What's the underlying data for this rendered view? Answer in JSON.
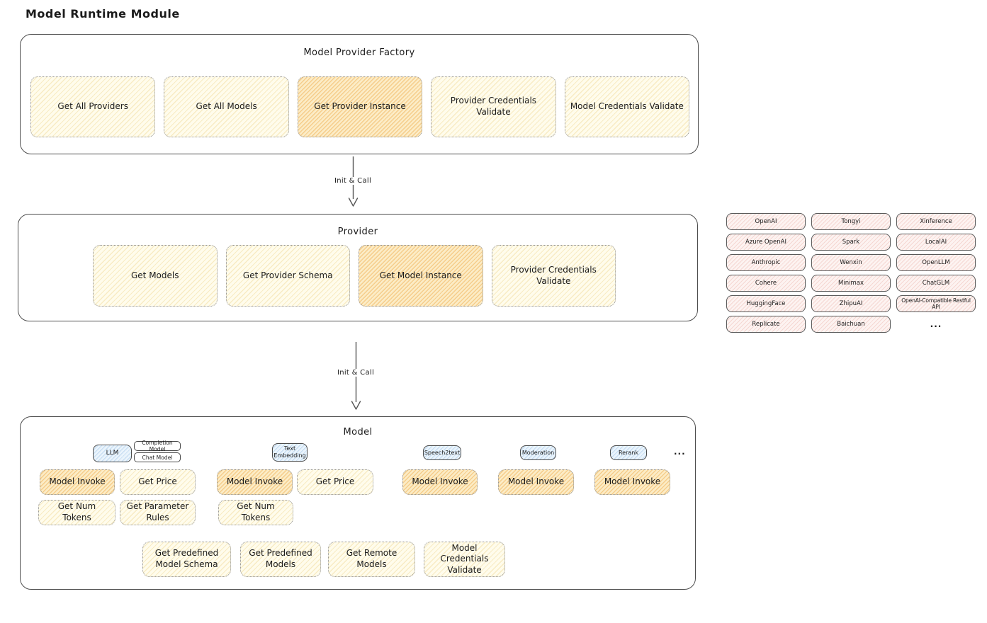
{
  "title": "Model Runtime Module",
  "colors": {
    "yellow_fill": "#FFFCEC",
    "yellow_hatch": "#E9C468",
    "orange_fill": "#FCECC6",
    "orange_hatch": "#EEA642",
    "pink_fill": "#FDF3F1",
    "pink_hatch": "#E2968C",
    "blue_fill": "#EAF4FC",
    "blue_hatch": "#78AADC",
    "border": "#4d4d4d",
    "text": "#1b1b1b"
  },
  "factory": {
    "title": "Model Provider Factory",
    "boxes": [
      {
        "label": "Get All Providers",
        "highlighted": false
      },
      {
        "label": "Get All Models",
        "highlighted": false
      },
      {
        "label": "Get Provider Instance",
        "highlighted": true
      },
      {
        "label": "Provider Credentials Validate",
        "highlighted": false
      },
      {
        "label": "Model Credentials Validate",
        "highlighted": false
      }
    ]
  },
  "arrow_factory_provider": {
    "label": "Init & Call"
  },
  "arrow_provider_model": {
    "label": "Init & Call"
  },
  "provider": {
    "title": "Provider",
    "boxes": [
      {
        "label": "Get Models",
        "highlighted": false
      },
      {
        "label": "Get Provider Schema",
        "highlighted": false
      },
      {
        "label": "Get Model Instance",
        "highlighted": true
      },
      {
        "label": "Provider Credentials Validate",
        "highlighted": false
      }
    ]
  },
  "provider_list": {
    "items": [
      "OpenAI",
      "Tongyi",
      "Xinference",
      "Azure OpenAI",
      "Spark",
      "LocalAI",
      "Anthropic",
      "Wenxin",
      "OpenLLM",
      "Cohere",
      "Minimax",
      "ChatGLM",
      "HuggingFace",
      "ZhipuAI",
      "OpenAI-Compatible Restful API",
      "Replicate",
      "Baichuan"
    ],
    "ellipsis": "..."
  },
  "model": {
    "title": "Model",
    "types": {
      "llm": "LLM",
      "completion": "Completion Model",
      "chat": "Chat Model",
      "text_embedding": "Text Embedding",
      "speech2text": "Speech2text",
      "moderation": "Moderation",
      "rerank": "Rerank",
      "ellipsis": "..."
    },
    "ops": {
      "llm": [
        "Model Invoke",
        "Get Price",
        "Get Num Tokens",
        "Get Parameter Rules"
      ],
      "text_embedding": [
        "Model Invoke",
        "Get Price",
        "Get Num Tokens"
      ],
      "speech2text": [
        "Model Invoke"
      ],
      "moderation": [
        "Model Invoke"
      ],
      "rerank": [
        "Model Invoke"
      ]
    },
    "common_ops": [
      "Get Predefined Model Schema",
      "Get Predefined Models",
      "Get Remote Models",
      "Model Credentials Validate"
    ]
  }
}
